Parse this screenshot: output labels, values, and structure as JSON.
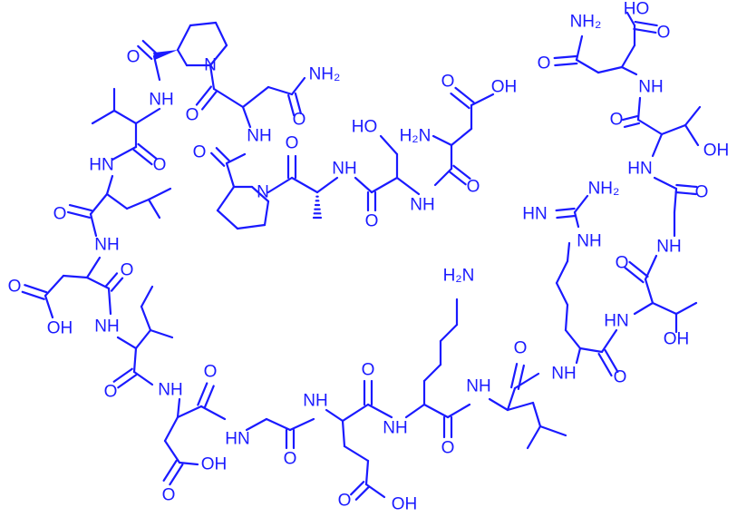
{
  "molecule": {
    "color": "#1a1aff",
    "labels": {
      "nh2_top": "NH₂",
      "h2n_asp": "H₂N",
      "h2n_lys": "H₂N",
      "h2n_nterm": "H₂N",
      "nh2_arg": "NH₂",
      "hn_imine": "HN",
      "oh_ser": "HO",
      "oh_thr1": "OH",
      "oh_thr2": "OH",
      "oh_acid_top": "HO",
      "oh_asp1": "OH",
      "oh_asp2": "OH",
      "oh_glu": "OH",
      "oh_asp_n": "OH",
      "nh_generic": "NH",
      "hn_generic": "HN",
      "n_generic": "N",
      "h_generic": "H",
      "o_generic": "O"
    }
  }
}
